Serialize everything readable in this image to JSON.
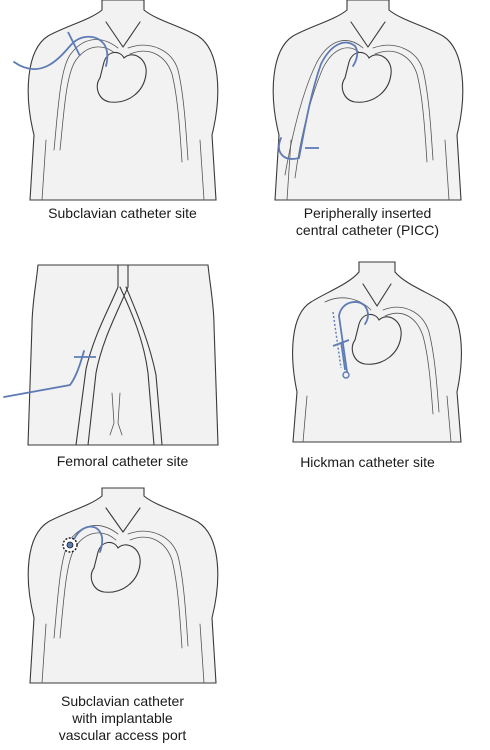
{
  "colors": {
    "catheter": "#5f7bb5",
    "outline": "#3a3a3a",
    "skin": "#f2f2f2"
  },
  "panels": [
    {
      "id": "subclavian",
      "caption_lines": [
        "Subclavian catheter site"
      ]
    },
    {
      "id": "picc",
      "caption_lines": [
        "Peripherally inserted",
        "central catheter (PICC)"
      ]
    },
    {
      "id": "femoral",
      "caption_lines": [
        "Femoral catheter site"
      ]
    },
    {
      "id": "hickman",
      "caption_lines": [
        "Hickman catheter site"
      ]
    },
    {
      "id": "port",
      "caption_lines": [
        "Subclavian catheter",
        "with implantable",
        "vascular access port"
      ]
    }
  ]
}
